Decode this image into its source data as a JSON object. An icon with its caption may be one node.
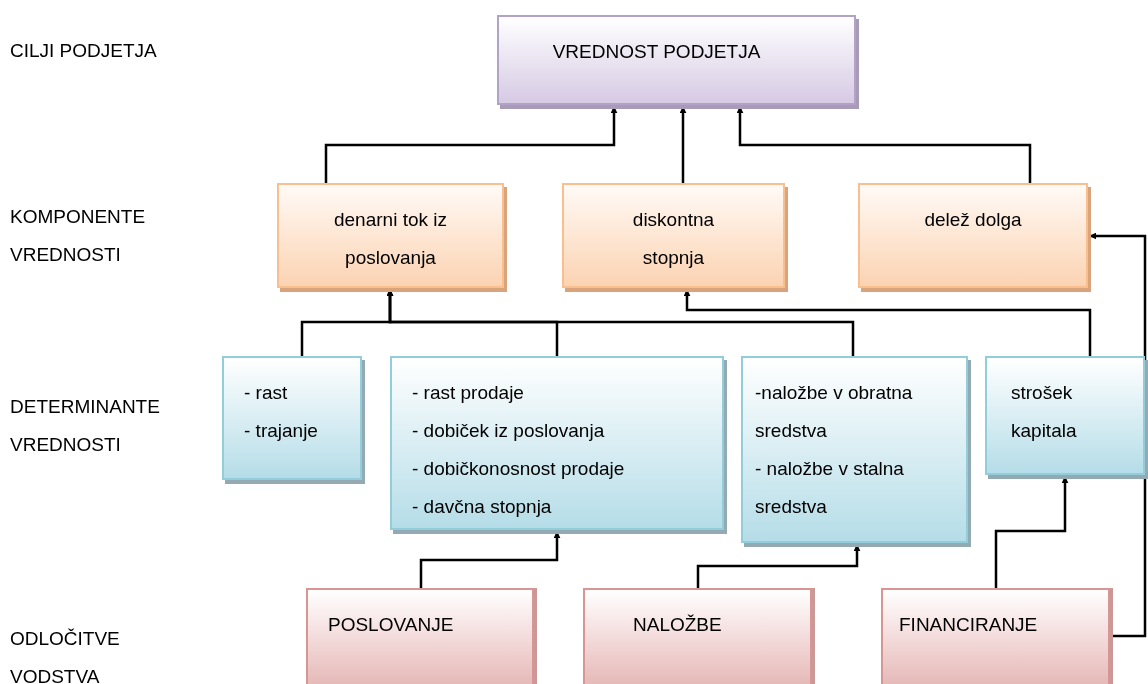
{
  "diagram": {
    "nodes": [
      {
        "text": [
          "VREDNOST PODJETJA"
        ]
      },
      {
        "text": [
          "denarni tok iz poslovanja"
        ]
      },
      {
        "text": [
          "diskontna stopnja"
        ]
      },
      {
        "text": [
          "delež dolga"
        ]
      },
      {
        "text": [
          "- rast",
          "- trajanje"
        ]
      },
      {
        "text": [
          "- rast prodaje",
          "- dobiček iz poslovanja",
          "- dobičkonosnost prodaje",
          "- davčna stopnja"
        ]
      },
      {
        "text": [
          "-naložbe v obratna sredstva",
          "- naložbe v stalna sredstva"
        ]
      },
      {
        "text": [
          "strošek kapitala"
        ]
      },
      {
        "text": [
          "POSLOVANJE"
        ]
      },
      {
        "text": [
          "NALOŽBE"
        ]
      },
      {
        "text": [
          "FINANCIRANJE"
        ]
      }
    ],
    "edges": [
      {
        "from": 1,
        "to": 0,
        "arrow": "to"
      },
      {
        "from": 2,
        "to": 0,
        "arrow": "to"
      },
      {
        "from": 3,
        "to": 0,
        "arrow": "to"
      },
      {
        "from": 4,
        "to": 1,
        "arrow": "to"
      },
      {
        "from": 5,
        "to": 1,
        "arrow": "to"
      },
      {
        "from": 6,
        "to": 1,
        "arrow": "to"
      },
      {
        "from": 7,
        "to": 2,
        "arrow": "to"
      },
      {
        "from": 8,
        "to": 5,
        "arrow": "to"
      },
      {
        "from": 9,
        "to": 6,
        "arrow": "to"
      },
      {
        "from": 10,
        "to": 7,
        "arrow": "to"
      },
      {
        "from": 10,
        "to": 3,
        "arrow": "to"
      }
    ],
    "labels": [
      "CILJI PODJETJA",
      "KOMPONENTE VREDNOSTI",
      "DETERMINANTE VREDNOSTI",
      "ODLOČITVE VODSTVA"
    ]
  }
}
